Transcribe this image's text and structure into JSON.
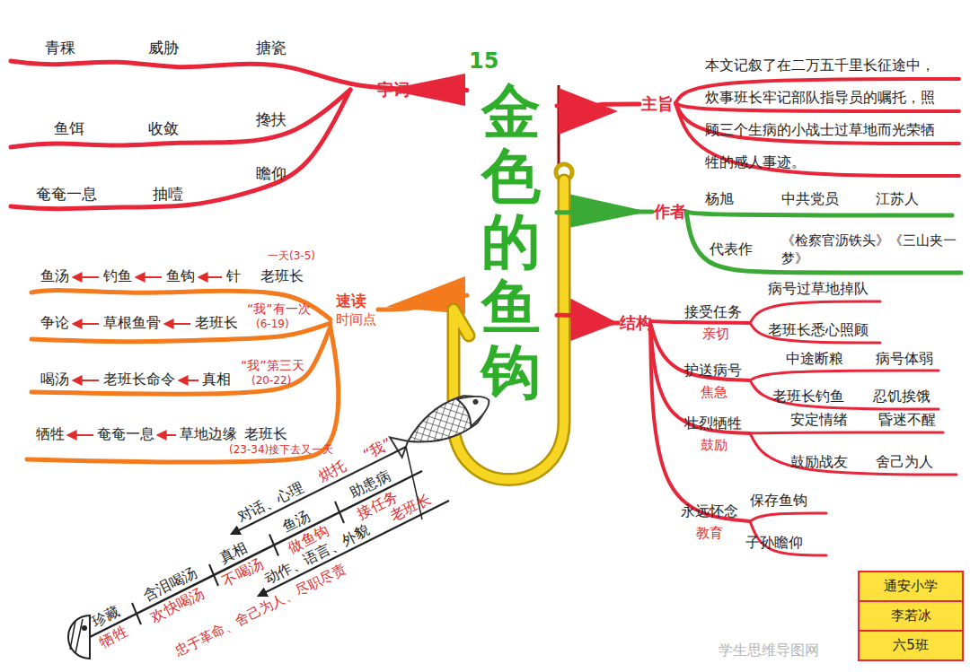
{
  "diagram": {
    "nodes": [
      {
        "text": [
          "15",
          "金色的鱼钩"
        ]
      },
      {
        "text": [
          "字词"
        ]
      },
      {
        "text": [
          "主旨"
        ]
      },
      {
        "text": [
          "作者"
        ]
      },
      {
        "text": [
          "速读",
          "时间点"
        ]
      },
      {
        "text": [
          "结构"
        ]
      },
      {
        "text": [
          "通安小学",
          "李若冰",
          "六5班"
        ]
      }
    ],
    "edges": [
      {
        "from": 0,
        "to": 1,
        "arrow": "none"
      },
      {
        "from": 0,
        "to": 2,
        "arrow": "none"
      },
      {
        "from": 0,
        "to": 3,
        "arrow": "none"
      },
      {
        "from": 0,
        "to": 4,
        "arrow": "none"
      },
      {
        "from": 0,
        "to": 5,
        "arrow": "none"
      }
    ],
    "labels": [
      "青稞",
      "威胁",
      "搪瓷",
      "鱼饵",
      "收敛",
      "搀扶",
      "奄奄一息",
      "抽噎",
      "瞻仰",
      "本文记叙了在二万五千里长征途中，炊事班长牢记部队指导员的嘱托，照顾三个生病的小战士过草地而光荣牺牲的感人事迹。",
      "杨旭",
      "中共党员",
      "江苏人",
      "代表作",
      "《检察官沥铁头》《三山夹一梦》",
      "鱼汤",
      "钓鱼",
      "鱼钩",
      "针",
      "老班长",
      "一天(3-5)",
      "争论",
      "草根鱼骨",
      "老班长",
      "“我”有一次",
      "(6-19)",
      "喝汤",
      "老班长命令",
      "真相",
      "“我”第三天",
      "(20-22)",
      "牺牲",
      "奄奄一息",
      "草地边缘",
      "老班长",
      "(23-34)接下去又一天",
      "接受任务",
      "亲切",
      "病号过草地掉队",
      "老班长悉心照顾",
      "护送病号",
      "焦急",
      "中途断粮",
      "病号体弱",
      "老班长钓鱼",
      "忍饥挨饿",
      "壮烈牺牲",
      "鼓励",
      "安定情绪",
      "昏迷不醒",
      "鼓励战友",
      "舍己为人",
      "永远怀念",
      "教育",
      "保存鱼钩",
      "子孙瞻仰",
      "助患病",
      "接任务",
      "鱼汤",
      "做鱼钩",
      "真相",
      "不喝汤",
      "含泪喝汤",
      "欢快喝汤",
      "珍藏",
      "牺牲",
      "对话、心理",
      "烘托",
      "“我”",
      "动作、语言、外貌",
      "老班长",
      "忠于革命、舍己为人、尽职尽责",
      "学生思维导图网"
    ]
  }
}
